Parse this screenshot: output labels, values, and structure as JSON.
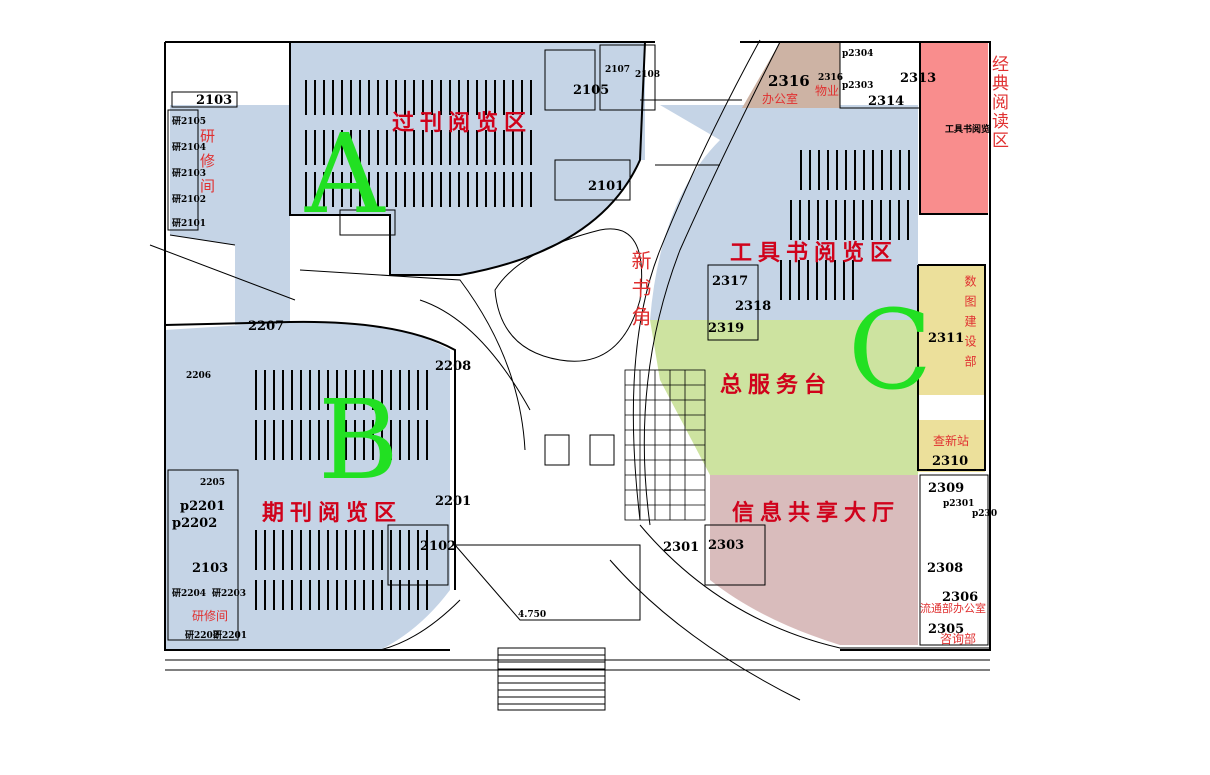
{
  "zones": {
    "a_letter": "A",
    "b_letter": "B",
    "c_letter": "C",
    "periodical_past": "过刊阅览区",
    "periodical": "期刊阅览区",
    "reference": "工具书阅览区",
    "service_desk": "总服务台",
    "info_hall": "信息共享大厅",
    "new_books": "新书角",
    "classic_reading": "经典阅读区",
    "digital_library": "数图建设部",
    "novelty_search": "查新站",
    "study_rooms_top": "研修间",
    "study_rooms_bottom": "研修间",
    "office": "办公室",
    "property": "物业",
    "circulation_office": "流通部办公室",
    "consulting": "咨询部"
  },
  "rooms": {
    "r2103": "2103",
    "r2105": "2105",
    "r2107": "2107",
    "r2108": "2108",
    "r2101a": "2101",
    "y2105": "研2105",
    "y2104": "研2104",
    "y2103": "研2103",
    "y2102": "研2102",
    "y2101": "研2101",
    "r2207": "2207",
    "r2208": "2208",
    "r2201": "2201",
    "r2102": "2102",
    "r2206": "2206",
    "p2201": "p2201",
    "p2202": "p2202",
    "r2103b": "2103",
    "y2204": "研2204",
    "y2203": "研2203",
    "y2202": "研2202",
    "y2201": "研2201",
    "r2205": "2205",
    "r2316": "2316",
    "r2316b": "2316",
    "p2304": "p2304",
    "p2303": "p2303",
    "r2314": "2314",
    "r2313": "2313",
    "r2317": "2317",
    "r2318": "2318",
    "r2319": "2319",
    "r2311": "2311",
    "r2310": "2310",
    "r2309": "2309",
    "p2301": "p2301",
    "p230x": "p230",
    "r2308": "2308",
    "r2306": "2306",
    "r2305": "2305",
    "r2301": "2301",
    "r2303": "2303",
    "elev": "4.750",
    "reference_room_small": "工具书阅览"
  },
  "colors": {
    "reading_blue": "#c5d4e6",
    "service_green": "#cde3a0",
    "info_rose": "#d9bcbc",
    "classic_red": "#f98d8d",
    "yellow": "#ece09b",
    "office_brown": "#cdb3a4",
    "label_red": "#d0021b",
    "letter_green": "#22e022"
  }
}
